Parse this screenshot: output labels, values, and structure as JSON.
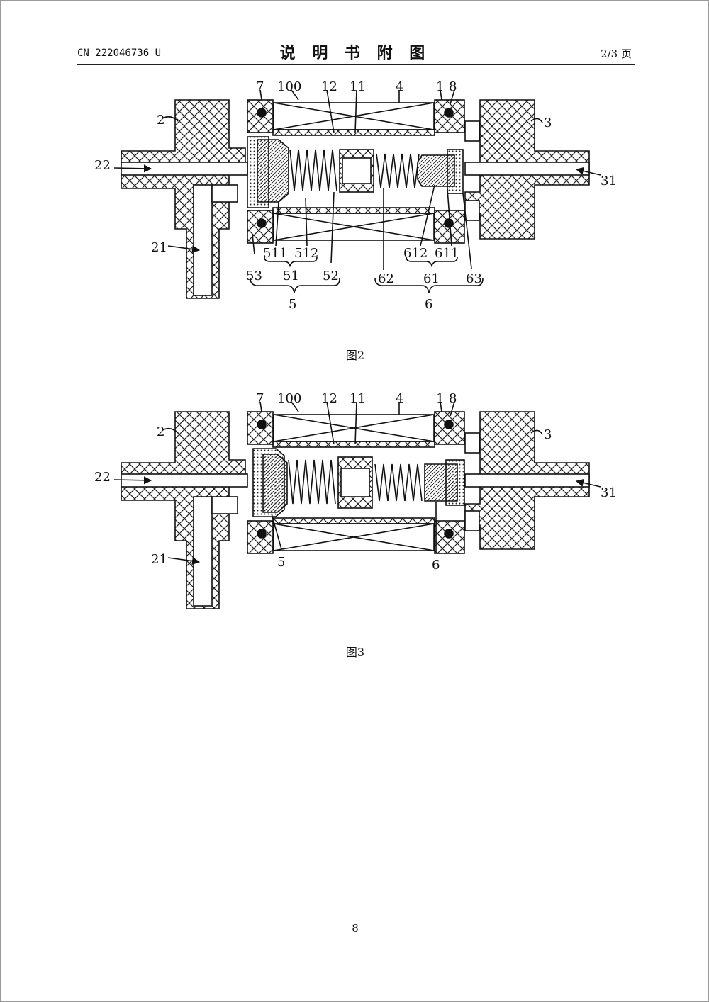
{
  "header": {
    "doc_number": "CN 222046736 U",
    "title": "说 明 书 附 图",
    "page_count": "2/3 页"
  },
  "figures": [
    {
      "caption": "图2",
      "labels": {
        "l7": "7",
        "l100": "100",
        "l12": "12",
        "l11": "11",
        "l4": "4",
        "l1": "1",
        "l8": "8",
        "l2": "2",
        "l3": "3",
        "l22": "22",
        "l31": "31",
        "l21": "21",
        "l511": "511",
        "l512": "512",
        "l612": "612",
        "l611": "611",
        "l53": "53",
        "l51": "51",
        "l52": "52",
        "l62": "62",
        "l61": "61",
        "l63": "63",
        "l5": "5",
        "l6": "6"
      }
    },
    {
      "caption": "图3",
      "labels": {
        "l7": "7",
        "l100": "100",
        "l12": "12",
        "l11": "11",
        "l4": "4",
        "l1": "1",
        "l8": "8",
        "l2": "2",
        "l3": "3",
        "l22": "22",
        "l31": "31",
        "l21": "21",
        "l5": "5",
        "l6": "6"
      }
    }
  ],
  "page_number": "8"
}
